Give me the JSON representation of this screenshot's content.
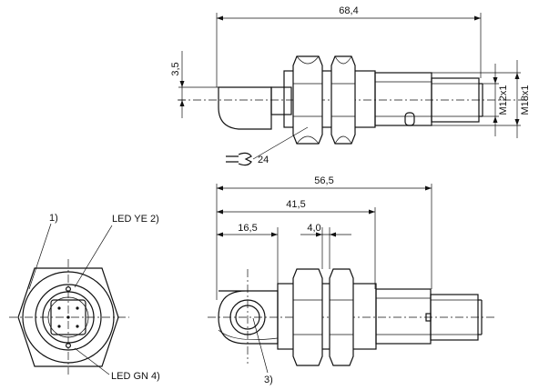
{
  "dimensions": {
    "overall_length": "68,4",
    "lens_offset": "3,5",
    "thread_connector": "M12x1",
    "thread_body": "M18x1",
    "wrench_size": "24",
    "length_to_connector": "56,5",
    "length_to_thread_end": "41,5",
    "lens_head": "16,5",
    "nut_width": "4,0"
  },
  "labels": {
    "note_1": "1)",
    "led_yellow": "LED YE 2)",
    "led_green": "LED GN 4)",
    "note_3": "3)"
  }
}
